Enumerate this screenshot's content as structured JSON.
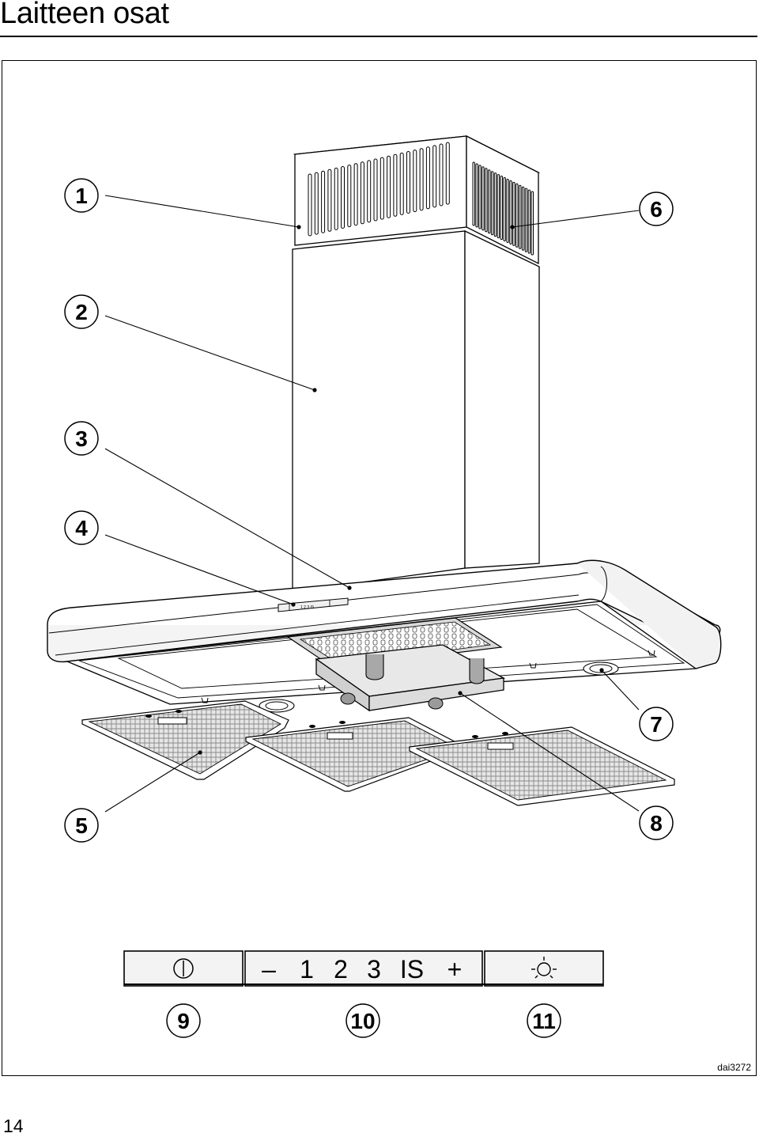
{
  "page": {
    "title": "Laitteen osat",
    "page_number": "14",
    "figure_code": "dai3272"
  },
  "callouts": [
    "1",
    "2",
    "3",
    "4",
    "5",
    "6",
    "7",
    "8",
    "9",
    "10",
    "11"
  ],
  "control_panel": {
    "fan_symbols": [
      "–",
      "1",
      "2",
      "3",
      "IS",
      "+"
    ],
    "power_icon": "power-icon",
    "light_icon": "light-icon"
  }
}
